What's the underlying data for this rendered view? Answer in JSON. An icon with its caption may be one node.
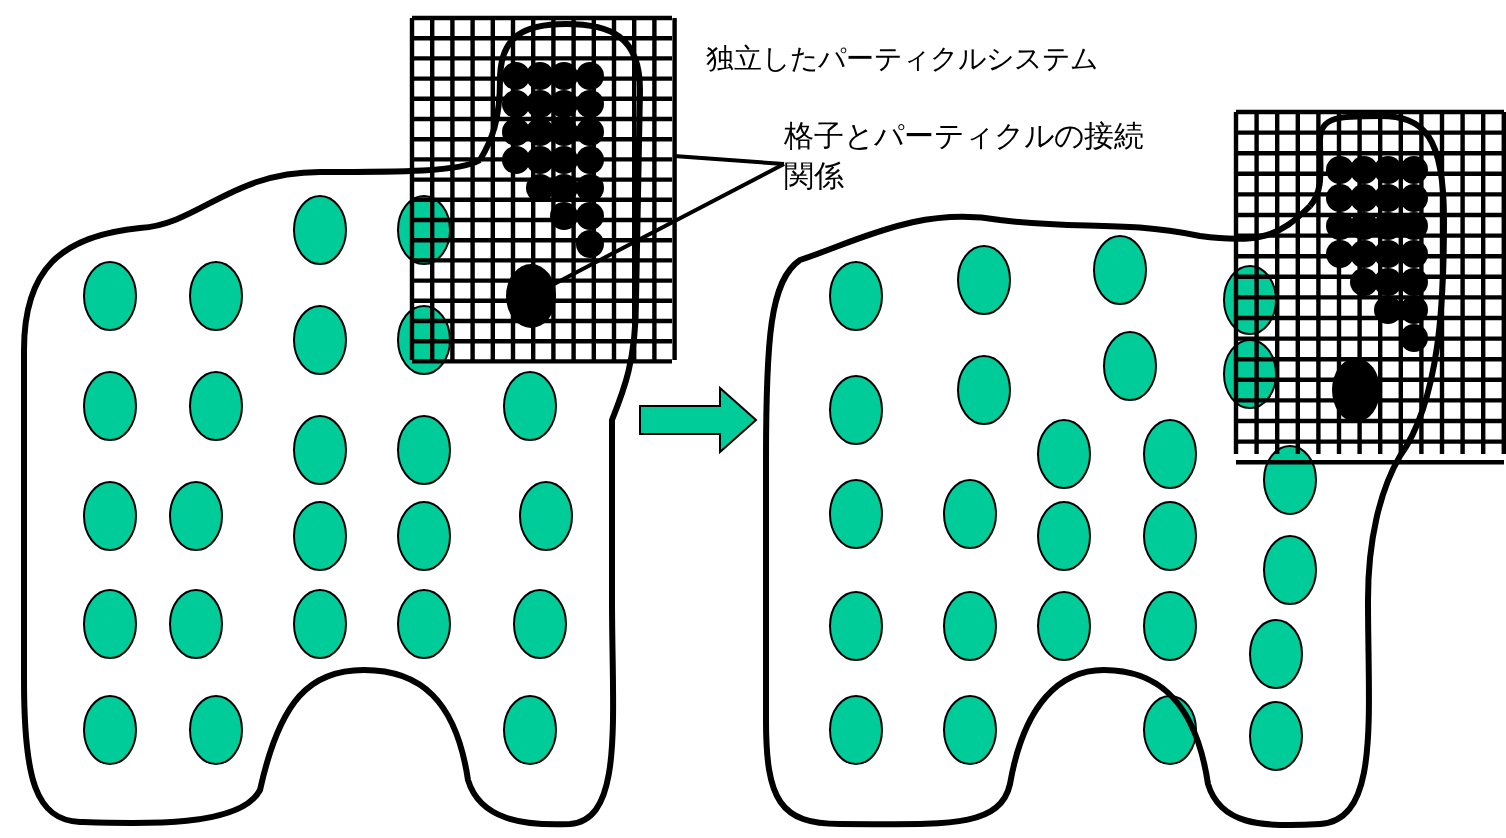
{
  "diagram": {
    "nodes": [
      {
        "text": [
          "格子とパーティクルの接続関係"
        ]
      },
      {
        "text": [],
        "shape": "box"
      },
      {
        "text": [],
        "shape": "circle"
      },
      {
        "text": [],
        "shape": "cloud"
      },
      {
        "text": [],
        "shape": "cloud"
      }
    ],
    "edges": [
      {
        "from": 0,
        "to": 1,
        "arrow": "none"
      },
      {
        "from": 0,
        "to": 2,
        "arrow": "none"
      },
      {
        "from": 3,
        "to": 4,
        "arrow": "to",
        "style": "thick",
        "color": "#00cc99"
      }
    ],
    "labels": [
      "独立したパーティクルシステム"
    ]
  }
}
